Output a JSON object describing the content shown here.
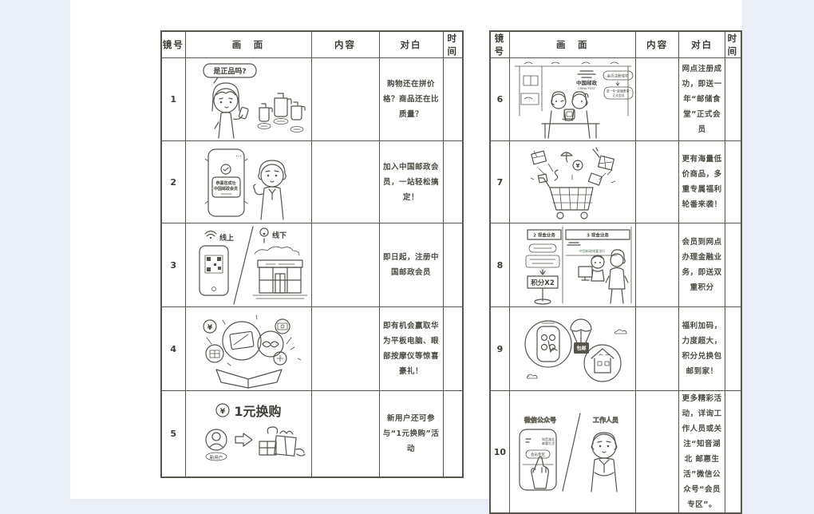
{
  "colors": {
    "background": "#e9eef7",
    "paper": "#ffffff",
    "table_line": "#57554c",
    "bank_text_green": "#5f7d5f"
  },
  "header": {
    "shot": "镜号",
    "frame": "画　面",
    "content": "内容",
    "dialogue": "对白",
    "time": "时间"
  },
  "left": {
    "rows": [
      {
        "no": "1",
        "dialogue": "购物还在拼价格？商品还在比质量？",
        "art": {
          "bubble": "是正品吗?"
        }
      },
      {
        "no": "2",
        "dialogue": "加入中国邮政会员，一站轻松搞定！",
        "art": {
          "line1": "恭喜您成功",
          "line2": "中国邮政会员"
        }
      },
      {
        "no": "3",
        "dialogue": "即日起，注册中国邮政会员",
        "art": {
          "online": "线上",
          "offline": "线下"
        }
      },
      {
        "no": "4",
        "dialogue": "即有机会赢取华为平板电脑、眼部按摩仪等惊喜豪礼！",
        "art": {}
      },
      {
        "no": "5",
        "dialogue": "新用户还可参与“1元换购”活动",
        "art": {
          "yen": "¥",
          "title": "1元换购",
          "user": "新用户"
        }
      }
    ]
  },
  "right": {
    "rows": [
      {
        "no": "6",
        "dialogue": "网点注册成功，即送一年“邮储食堂”正式会员",
        "art": {
          "brand": "中国邮政",
          "brand_en": "CHINA POST",
          "bubble1": "会员注册成功",
          "bubble2": "送一年“邮储食堂”",
          "bubble3": "正式会员"
        }
      },
      {
        "no": "7",
        "dialogue": "更有海量低价商品，多重专属福利轮番来袭！",
        "art": {}
      },
      {
        "no": "8",
        "dialogue": "会员到网点办理金融业务，即送双重积分",
        "art": {
          "sign2": "2 现金业务",
          "sign3": "3 现金业务",
          "points": "积分X2",
          "bank": "中国邮政储蓄银行"
        }
      },
      {
        "no": "9",
        "dialogue": "福利加码，力度超大，积分兑换包邮到家！",
        "art": {
          "tag": "包邮"
        }
      },
      {
        "no": "10",
        "dialogue": "更多精彩活动，详询工作人员或关注“知音湖北 邮惠生活”微信公众号“会员专区”。",
        "art": {
          "label_left": "微信公众号",
          "label_right": "工作人员",
          "app_line1": "知音湖北",
          "app_line2": "邮惠生活",
          "button": "会员专区"
        }
      }
    ]
  }
}
